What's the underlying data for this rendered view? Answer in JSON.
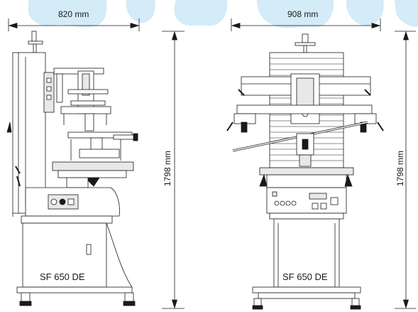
{
  "dimensions": {
    "side_width": "820 mm",
    "front_width": "908 mm",
    "side_height": "1798 mm",
    "front_height": "1798 mm"
  },
  "models": {
    "side_view": "SF 650 DE",
    "front_view": "SF 650 DE"
  },
  "colors": {
    "accent_blob": "#d4ebf8",
    "line": "#1a1a1a",
    "fill_light": "#ffffff",
    "fill_gray": "#e8e8e8"
  }
}
